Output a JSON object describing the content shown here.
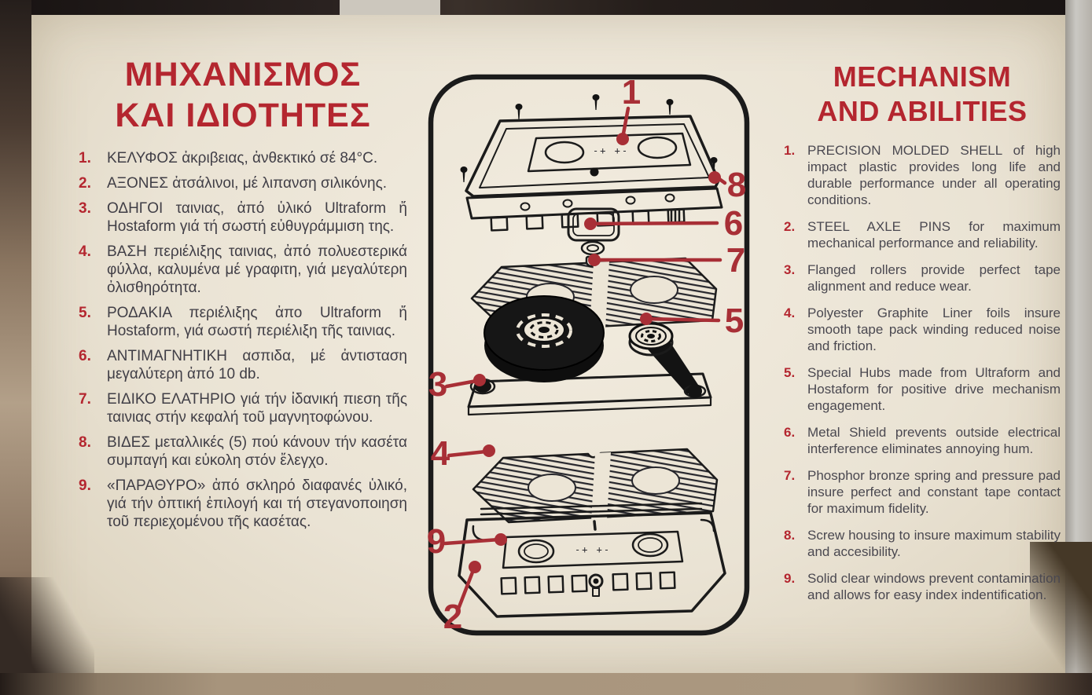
{
  "left_panel": {
    "title_line1": "ΜΗΧΑΝΙΣΜΟΣ",
    "title_line2": "ΚΑΙ ΙΔΙΟΤΗΤΕΣ",
    "items": [
      {
        "num": "1.",
        "text": "ΚΕΛΥΦΟΣ ἀκριβειας, ἀνθεκτικό σέ 84°C."
      },
      {
        "num": "2.",
        "text": "ΑΞΟΝΕΣ ἀτσάλινοι, μέ λιπανση σιλικόνης."
      },
      {
        "num": "3.",
        "text": "ΟΔΗΓΟΙ ταινιας, ἀπό ὑλικό Ultraform ἤ Hostaform γιά τή σωστή εὐθυγράμμιση της."
      },
      {
        "num": "4.",
        "text": "ΒΑΣΗ περιέλιξης ταινιας, ἀπό πολυεστερικά φύλλα, καλυμένα μέ γραφιτη, γιά μεγαλύτερη ὀλισθηρότητα."
      },
      {
        "num": "5.",
        "text": "ΡΟΔΑΚΙΑ περιέλιξης ἀπο Ultraform ἤ Hostaform, γιά σωστή περιέλιξη τῆς ταινιας."
      },
      {
        "num": "6.",
        "text": "ΑΝΤΙΜΑΓΝΗΤΙΚΗ ασπιδα, μέ ἀντισταση μεγαλύτερη ἀπό 10 db."
      },
      {
        "num": "7.",
        "text": "ΕΙΔΙΚΟ ΕΛΑΤΗΡΙΟ γιά τήν ἰδανική πιεση τῆς ταινιας στήν κεφαλή τοῦ μαγνητοφώνου."
      },
      {
        "num": "8.",
        "text": "ΒΙΔΕΣ μεταλλικές (5) πού κάνουν τήν κασέτα συμπαγή και εὐκολη στόν ἔλεγχο."
      },
      {
        "num": "9.",
        "text": "«ΠΑΡΑΘΥΡΟ» ἀπό σκληρό διαφανές ὑλικό, γιά τήν ὀπτική ἐπιλογή και τή στεγανοποιηση τοῦ περιεχομένου τῆς κασέτας."
      }
    ]
  },
  "right_panel": {
    "title_line1": "MECHANISM",
    "title_line2": "AND ABILITIES",
    "items": [
      {
        "num": "1.",
        "text": "PRECISION MOLDED SHELL of high impact plastic provides long life and durable performance under all operating conditions."
      },
      {
        "num": "2.",
        "text": "STEEL AXLE PINS for maximum mechanical performance and reliability."
      },
      {
        "num": "3.",
        "text": "Flanged rollers provide perfect tape alignment and reduce wear."
      },
      {
        "num": "4.",
        "text": "Polyester Graphite Liner foils insure smooth tape pack winding reduced noise and friction."
      },
      {
        "num": "5.",
        "text": "Special Hubs made from Ultraform and Hostaform for positive drive mechanism engagement."
      },
      {
        "num": "6.",
        "text": "Metal Shield prevents outside electrical interference eliminates annoying hum."
      },
      {
        "num": "7.",
        "text": "Phosphor bronze spring and pressure pad insure perfect and constant tape contact for maximum fidelity."
      },
      {
        "num": "8.",
        "text": "Screw housing to insure maximum stability and accesibility."
      },
      {
        "num": "9.",
        "text": "Solid clear windows prevent contamination and allows for easy index indentification."
      }
    ]
  },
  "diagram": {
    "callouts": [
      "1",
      "8",
      "6",
      "7",
      "5",
      "3",
      "4",
      "9",
      "2"
    ],
    "hub_marks": "-+  +-",
    "colors": {
      "callout_red": "#a82f36",
      "line_black": "#1b1b1b",
      "paper": "#ece5d6",
      "title_red": "#b4262f"
    }
  }
}
